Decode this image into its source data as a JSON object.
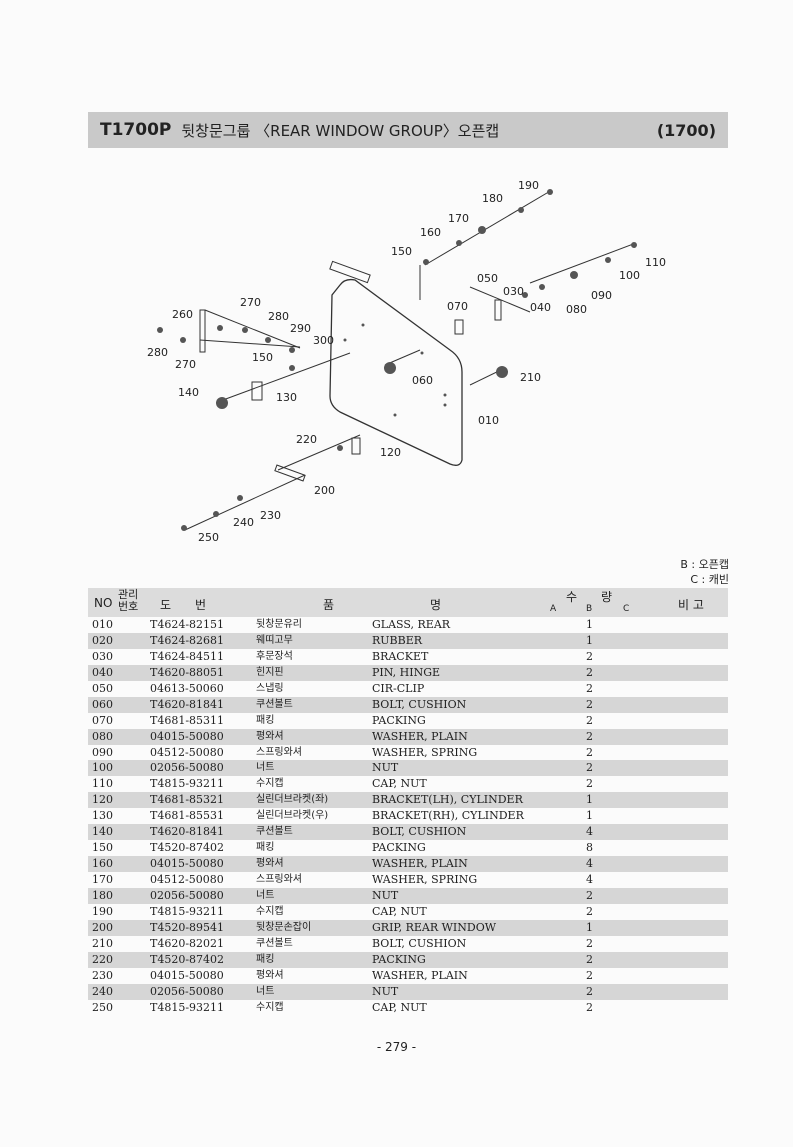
{
  "title": {
    "code": "T1700P",
    "text": "뒷창문그룹 〈REAR WINDOW GROUP〉오픈캡",
    "number": "(1700)"
  },
  "callouts": [
    "190",
    "180",
    "170",
    "160",
    "150",
    "050",
    "030",
    "040",
    "080",
    "090",
    "100",
    "110",
    "260",
    "270",
    "280",
    "290",
    "300",
    "280",
    "270",
    "150",
    "070",
    "060",
    "210",
    "140",
    "130",
    "010",
    "220",
    "120",
    "200",
    "230",
    "240",
    "250"
  ],
  "legend": [
    "B : 오픈캡",
    "C : 캐빈"
  ],
  "table": {
    "headers": {
      "no": "NO",
      "mgmt": "관리\n번호",
      "part_no": "도　　번",
      "name": "품　　　　　　　　명",
      "qty": "수　　량",
      "a": "A",
      "b": "B",
      "c": "C",
      "remark": "비 고"
    },
    "rows": [
      {
        "no": "010",
        "part": "T4624-82151",
        "kor": "뒷창문유리",
        "eng": "GLASS, REAR",
        "qb": "1"
      },
      {
        "no": "020",
        "part": "T4624-82681",
        "kor": "웨띠고무",
        "eng": "RUBBER",
        "qb": "1"
      },
      {
        "no": "030",
        "part": "T4624-84511",
        "kor": "후문장석",
        "eng": "BRACKET",
        "qb": "2"
      },
      {
        "no": "040",
        "part": "T4620-88051",
        "kor": "힌지핀",
        "eng": "PIN, HINGE",
        "qb": "2"
      },
      {
        "no": "050",
        "part": "04613-50060",
        "kor": "스냅링",
        "eng": "CIR-CLIP",
        "qb": "2"
      },
      {
        "no": "060",
        "part": "T4620-81841",
        "kor": "쿠션볼트",
        "eng": "BOLT, CUSHION",
        "qb": "2"
      },
      {
        "no": "070",
        "part": "T4681-85311",
        "kor": "패킹",
        "eng": "PACKING",
        "qb": "2"
      },
      {
        "no": "080",
        "part": "04015-50080",
        "kor": "평와셔",
        "eng": "WASHER, PLAIN",
        "qb": "2"
      },
      {
        "no": "090",
        "part": "04512-50080",
        "kor": "스프링와셔",
        "eng": "WASHER, SPRING",
        "qb": "2"
      },
      {
        "no": "100",
        "part": "02056-50080",
        "kor": "너트",
        "eng": "NUT",
        "qb": "2"
      },
      {
        "no": "110",
        "part": "T4815-93211",
        "kor": "수지캡",
        "eng": "CAP, NUT",
        "qb": "2"
      },
      {
        "no": "120",
        "part": "T4681-85321",
        "kor": "실린더브라켓(좌)",
        "eng": "BRACKET(LH), CYLINDER",
        "qb": "1"
      },
      {
        "no": "130",
        "part": "T4681-85531",
        "kor": "실린더브라켓(우)",
        "eng": "BRACKET(RH), CYLINDER",
        "qb": "1"
      },
      {
        "no": "140",
        "part": "T4620-81841",
        "kor": "쿠션볼트",
        "eng": "BOLT, CUSHION",
        "qb": "4"
      },
      {
        "no": "150",
        "part": "T4520-87402",
        "kor": "패킹",
        "eng": "PACKING",
        "qb": "8"
      },
      {
        "no": "160",
        "part": "04015-50080",
        "kor": "평와셔",
        "eng": "WASHER, PLAIN",
        "qb": "4"
      },
      {
        "no": "170",
        "part": "04512-50080",
        "kor": "스프링와셔",
        "eng": "WASHER, SPRING",
        "qb": "4"
      },
      {
        "no": "180",
        "part": "02056-50080",
        "kor": "너트",
        "eng": "NUT",
        "qb": "2"
      },
      {
        "no": "190",
        "part": "T4815-93211",
        "kor": "수지캡",
        "eng": "CAP, NUT",
        "qb": "2"
      },
      {
        "no": "200",
        "part": "T4520-89541",
        "kor": "뒷창문손잡이",
        "eng": "GRIP, REAR WINDOW",
        "qb": "1"
      },
      {
        "no": "210",
        "part": "T4620-82021",
        "kor": "쿠션볼트",
        "eng": "BOLT, CUSHION",
        "qb": "2"
      },
      {
        "no": "220",
        "part": "T4520-87402",
        "kor": "패킹",
        "eng": "PACKING",
        "qb": "2"
      },
      {
        "no": "230",
        "part": "04015-50080",
        "kor": "평와셔",
        "eng": "WASHER, PLAIN",
        "qb": "2"
      },
      {
        "no": "240",
        "part": "02056-50080",
        "kor": "너트",
        "eng": "NUT",
        "qb": "2"
      },
      {
        "no": "250",
        "part": "T4815-93211",
        "kor": "수지캡",
        "eng": "CAP, NUT",
        "qb": "2"
      }
    ]
  },
  "page_number": "- 279 -"
}
